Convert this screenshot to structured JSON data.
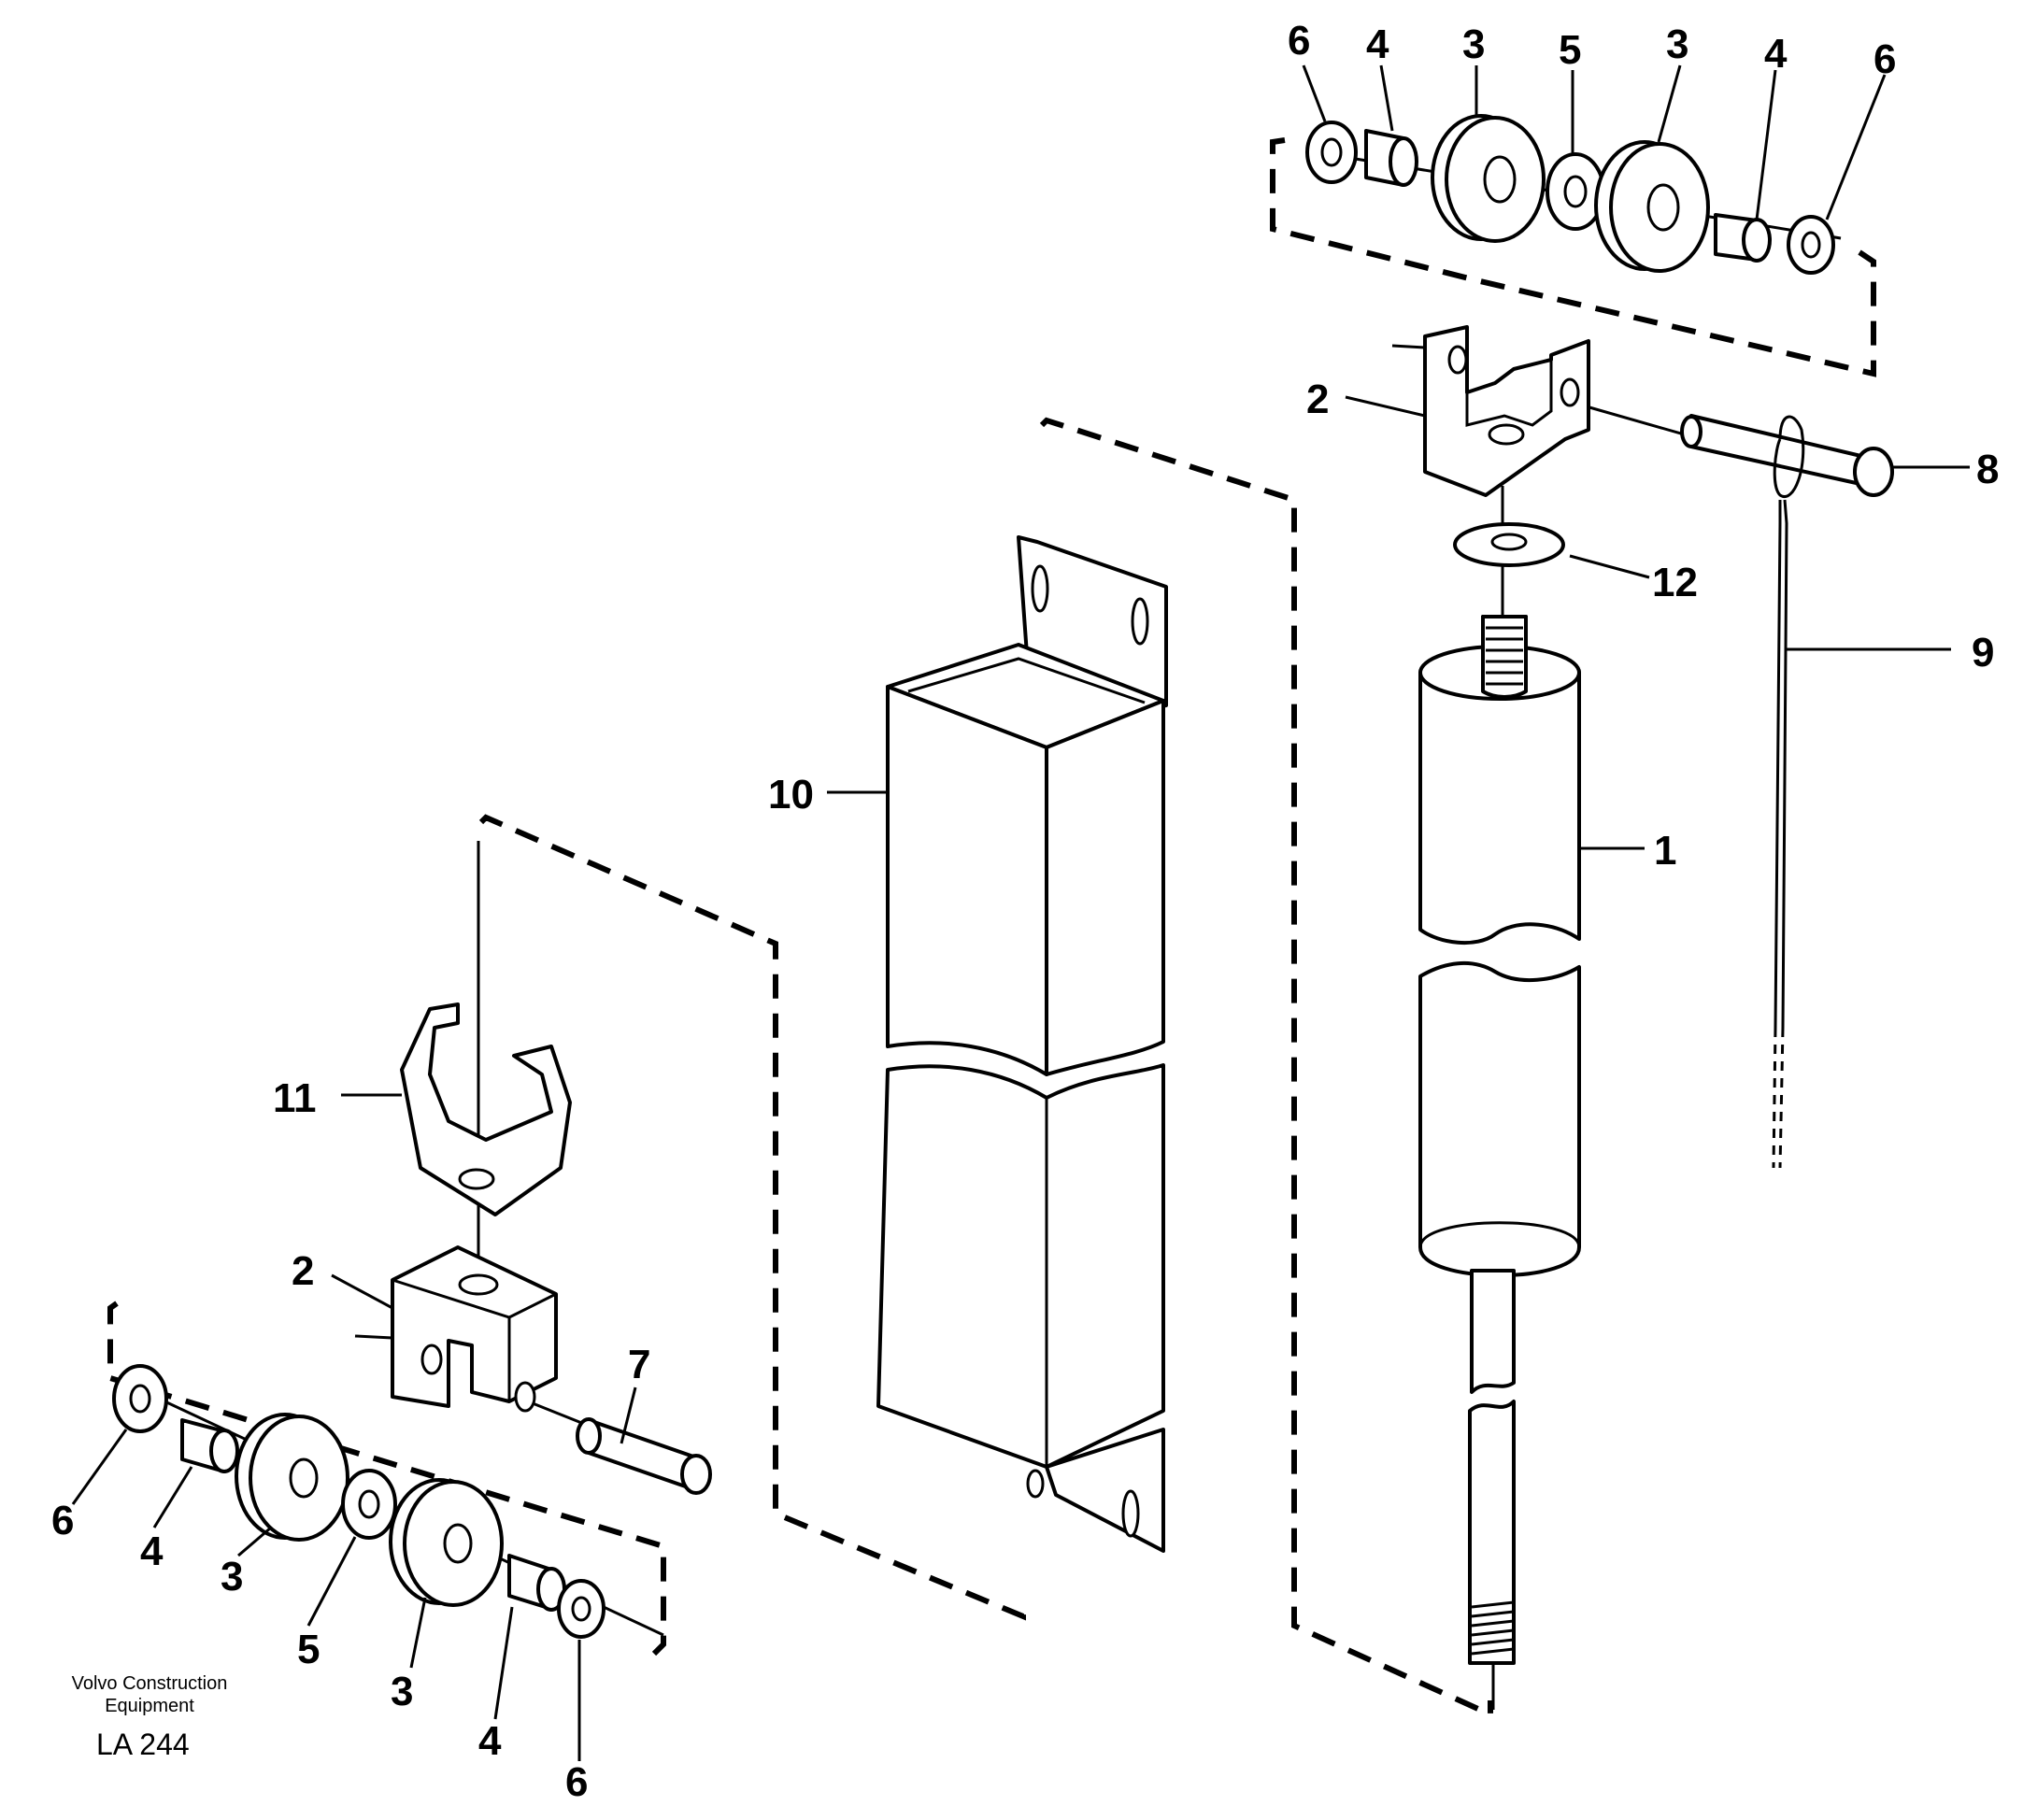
{
  "callouts": {
    "top": [
      "6",
      "4",
      "3",
      "5",
      "3",
      "4",
      "6"
    ],
    "right": [
      "2",
      "8",
      "12",
      "9",
      "1"
    ],
    "middle": [
      "10"
    ],
    "left_upper": [
      "11",
      "2",
      "7"
    ],
    "bottom": [
      "6",
      "4",
      "3",
      "5",
      "3",
      "4",
      "6"
    ]
  },
  "caption": {
    "company": "Volvo Construction",
    "company_line2": "Equipment",
    "code": "LA 244"
  }
}
